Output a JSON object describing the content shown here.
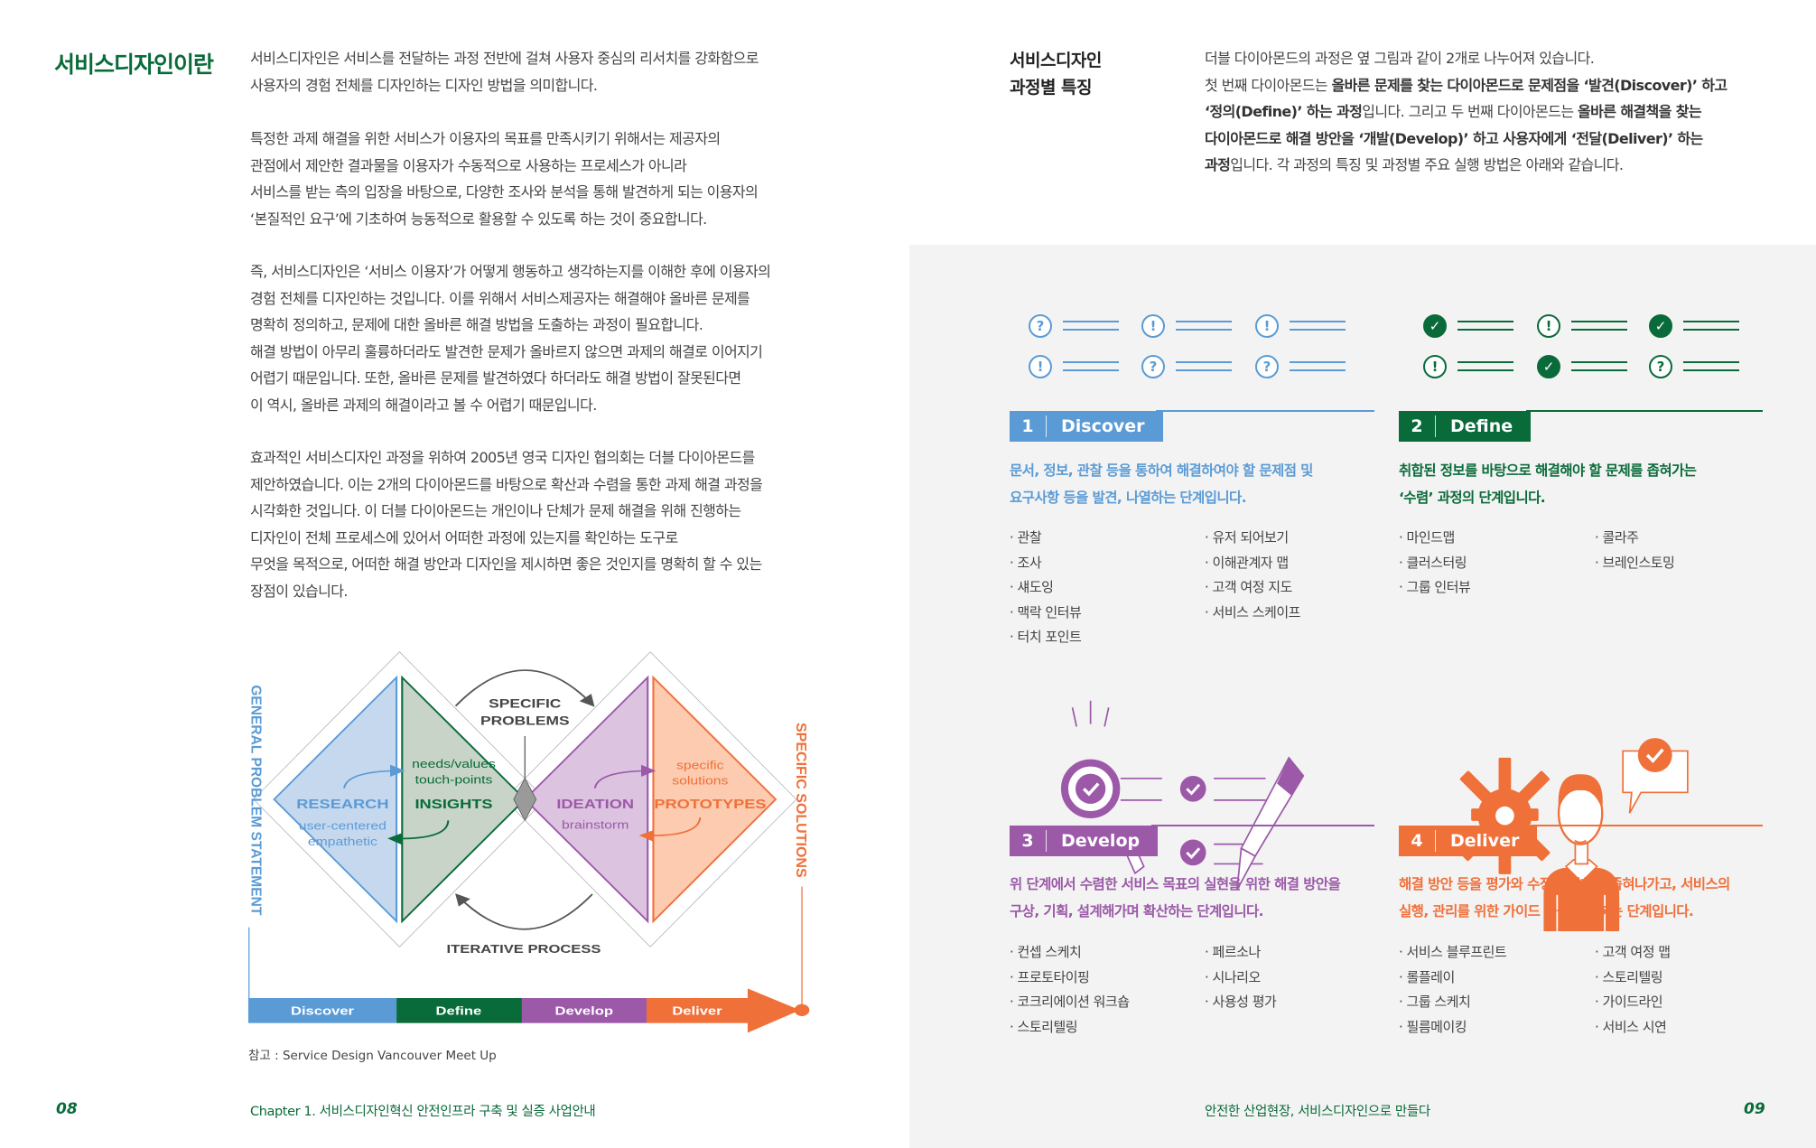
{
  "left": {
    "title": "서비스디자인이란",
    "paragraphs": [
      [
        "서비스디자인은 서비스를 전달하는 과정 전반에 걸쳐 사용자 중심의 리서치를 강화함으로",
        "사용자의 경험 전체를 디자인하는 디자인 방법을 의미합니다."
      ],
      [
        "특정한 과제 해결을 위한 서비스가 이용자의 목표를 만족시키기 위해서는 제공자의",
        "관점에서 제안한 결과물을 이용자가 수동적으로 사용하는 프로세스가 아니라",
        "서비스를 받는 측의 입장을 바탕으로, 다양한 조사와 분석을 통해 발견하게 되는 이용자의",
        "‘본질적인 요구’에 기초하여 능동적으로 활용할 수 있도록 하는 것이 중요합니다."
      ],
      [
        "즉, 서비스디자인은 ‘서비스 이용자’가 어떻게 행동하고 생각하는지를 이해한 후에 이용자의",
        "경험 전체를 디자인하는 것입니다. 이를 위해서 서비스제공자는 해결해야 올바른 문제를",
        "명확히 정의하고, 문제에 대한 올바른 해결 방법을 도출하는 과정이 필요합니다.",
        "해결 방법이 아무리 훌륭하더라도 발견한 문제가 올바르지 않으면 과제의 해결로 이어지기",
        "어렵기 때문입니다. 또한, 올바른 문제를 발견하였다 하더라도 해결 방법이 잘못된다면",
        "이 역시, 올바른 과제의 해결이라고 볼 수 어렵기 때문입니다."
      ],
      [
        "효과적인 서비스디자인 과정을 위하여 2005년 영국 디자인 협의회는 더블 다이아몬드를",
        "제안하였습니다. 이는 2개의 다이아몬드를 바탕으로 확산과 수렴을 통한 과제 해결 과정을",
        "시각화한 것입니다. 이 더블 다이아몬드는 개인이나 단체가 문제 해결을 위해 진행하는",
        "디자인이 전체 프로세스에 있어서 어떠한 과정에 있는지를 확인하는 도구로",
        "무엇을 목적으로, 어떠한 해결 방안과 디자인을 제시하면 좋은 것인지를 명확히 할 수 있는",
        "장점이 있습니다."
      ]
    ],
    "source": "참고 : Service Design Vancouver Meet Up",
    "page_number": "08",
    "chapter": "Chapter 1. 서비스디자인혁신 안전인프라 구축 및 실증 사업안내"
  },
  "diagram": {
    "left_axis": "GENERAL PROBLEM STATEMENT",
    "right_axis": "SPECIFIC SOLUTIONS",
    "top_label": [
      "SPECIFIC",
      "PROBLEMS"
    ],
    "bottom_label": "ITERATIVE PROCESS",
    "research": {
      "title": "RESEARCH",
      "sub": [
        "user-centered",
        "empathetic"
      ]
    },
    "insights": {
      "title": "INSIGHTS",
      "sub": [
        "needs/values",
        "touch-points"
      ]
    },
    "ideation": {
      "title": "IDEATION",
      "sub": [
        "brainstorm"
      ]
    },
    "prototypes": {
      "title": "PROTOTYPES",
      "sub": [
        "specific",
        "solutions"
      ]
    },
    "phases": [
      "Discover",
      "Define",
      "Develop",
      "Deliver"
    ],
    "colors": {
      "discover": "#5b9bd5",
      "define": "#0a6b3a",
      "develop": "#9b59a8",
      "deliver": "#f0703a"
    }
  },
  "right": {
    "title": [
      "서비스디자인",
      "과정별 특징"
    ],
    "intro": [
      [
        {
          "t": "더블 다이아몬드의 과정은 옆 그림과 같이 2개로 나누어져 있습니다.",
          "b": false
        }
      ],
      [
        {
          "t": "첫 번째 다이아몬드는 ",
          "b": false
        },
        {
          "t": "올바른 문제를 찾는 다이아몬드로 문제점을 ‘발견(Discover)’ 하고",
          "b": true
        }
      ],
      [
        {
          "t": "‘정의(Define)’ 하는 과정",
          "b": true
        },
        {
          "t": "입니다. 그리고 두 번째 다이아몬드는 ",
          "b": false
        },
        {
          "t": "올바른 해결책을 찾는",
          "b": true
        }
      ],
      [
        {
          "t": "다이아몬드로 해결 방안을 ‘개발(Develop)’ 하고 사용자에게 ‘전달(Deliver)’ 하는",
          "b": true
        }
      ],
      [
        {
          "t": "과정",
          "b": true
        },
        {
          "t": "입니다. 각 과정의 특징 및 과정별 주요 실행 방법은 아래와 같습니다.",
          "b": false
        }
      ]
    ],
    "stages": [
      {
        "num": "1",
        "name": "Discover",
        "icons": [
          "?",
          "!",
          "!",
          "!",
          "?",
          "?"
        ],
        "desc": [
          "문서, 정보, 관찰 등을 통하여 해결하여야 할 문제점 및",
          "요구사항 등을 발견, 나열하는 단계입니다."
        ],
        "col1": [
          "관찰",
          "조사",
          "섀도잉",
          "맥락 인터뷰",
          "터치 포인트"
        ],
        "col2": [
          "유저 되어보기",
          "이해관계자 맵",
          "고객 여정 지도",
          "서비스 스케이프"
        ]
      },
      {
        "num": "2",
        "name": "Define",
        "icons": [
          "check",
          "!",
          "check",
          "!",
          "check",
          "?"
        ],
        "desc": [
          "취합된 정보를 바탕으로 해결해야 할 문제를 좁혀가는",
          "‘수렴’ 과정의 단계입니다."
        ],
        "col1": [
          "마인드맵",
          "클러스터링",
          "그룹 인터뷰"
        ],
        "col2": [
          "콜라주",
          "브레인스토밍"
        ]
      },
      {
        "num": "3",
        "name": "Develop",
        "desc": [
          "위 단계에서 수렴한 서비스 목표의 실현을 위한 해결 방안을",
          "구상, 기획, 설계해가며 확산하는 단계입니다."
        ],
        "col1": [
          "컨셉 스케치",
          "프로토타이핑",
          "코크리에이션 워크숍",
          "스토리텔링"
        ],
        "col2": [
          "페르소나",
          "시나리오",
          "사용성 평가"
        ]
      },
      {
        "num": "4",
        "name": "Deliver",
        "desc": [
          "해결 방안 등을 평가와 수정을 통하여 좁혀나가고, 서비스의",
          "실행, 관리를 위한 가이드 등을 구축하는 단계입니다."
        ],
        "col1": [
          "서비스 블루프린트",
          "롤플레이",
          "그룹 스케치",
          "필름메이킹"
        ],
        "col2": [
          "고객 여정 맵",
          "스토리텔링",
          "가이드라인",
          "서비스 시연"
        ]
      }
    ],
    "footer": "안전한 산업현장, 서비스디자인으로 만들다",
    "page_number": "09"
  }
}
